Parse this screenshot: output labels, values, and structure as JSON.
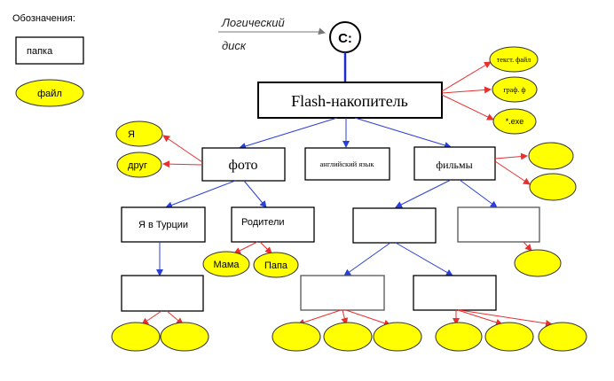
{
  "legend": {
    "title": "Обозначения:",
    "folder_label": "папка",
    "file_label": "файл"
  },
  "disk": {
    "caption_line1": "Логический",
    "caption_line2": "диск",
    "letter": "C:"
  },
  "root": {
    "label": "Flash-накопитель"
  },
  "root_files": [
    "текст. файл",
    "граф. ф",
    "*.exe"
  ],
  "folders": {
    "photo": "фото",
    "english": "английский язык",
    "films": "фильмы",
    "turkey": "Я в Турции",
    "parents": "Родители"
  },
  "photo_files": [
    "Я",
    "друг"
  ],
  "parents_files": [
    "Мама",
    "Папа"
  ],
  "colors": {
    "folder_link": "#2a3fd6",
    "file_link": "#e83030",
    "file_fill": "#ffff00",
    "disk_link": "#1f2ad0"
  }
}
